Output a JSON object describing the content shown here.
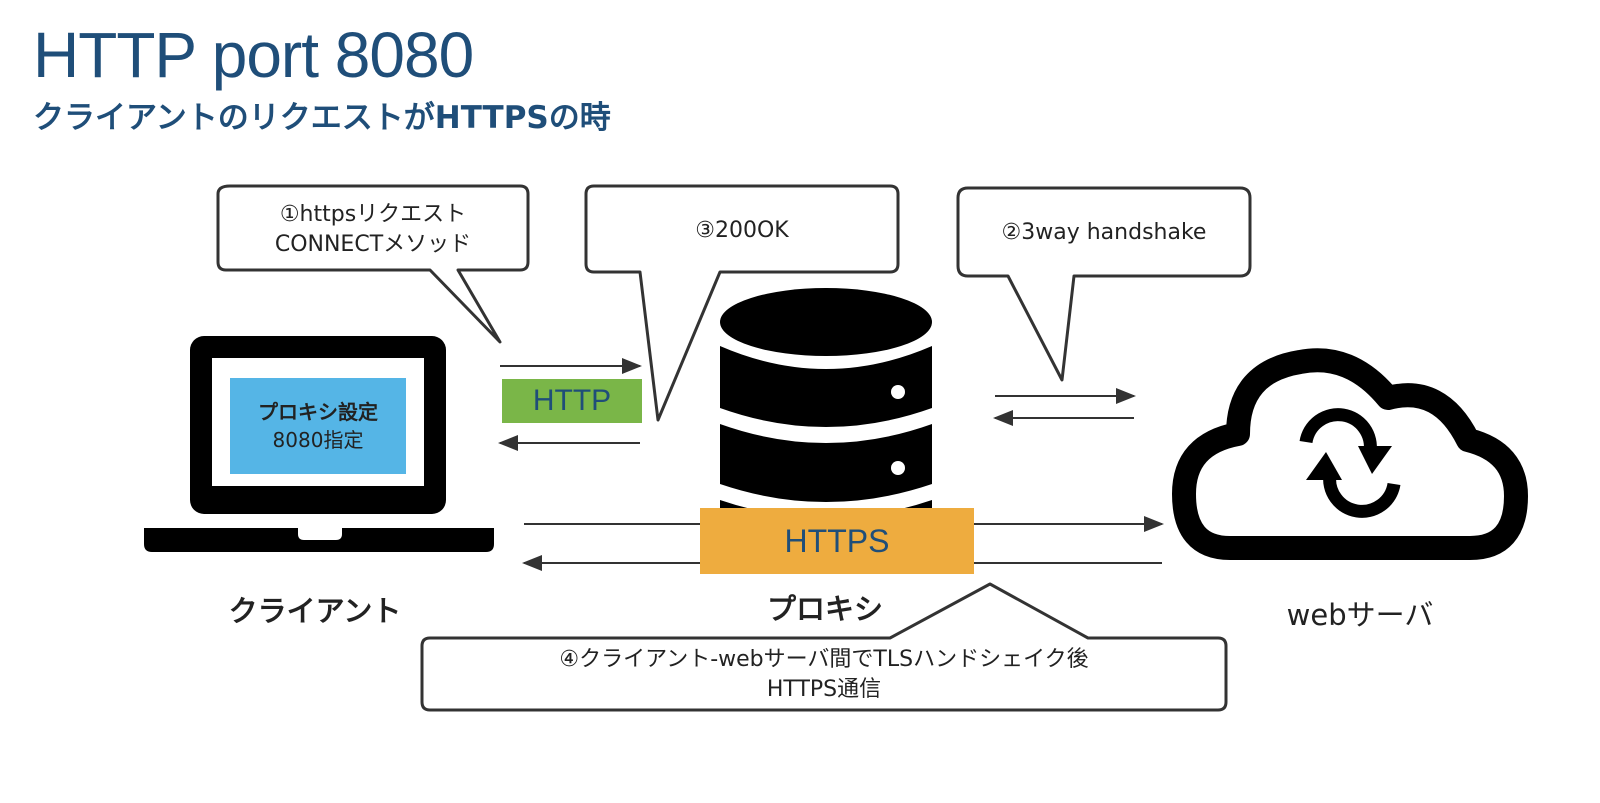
{
  "header": {
    "title": "HTTP port 8080",
    "subtitle": "クライアントのリクエストがHTTPSの時"
  },
  "nodes": {
    "client": {
      "label": "クライアント",
      "icon": "laptop-icon",
      "screen_lines": [
        "プロキシ設定",
        "8080指定"
      ]
    },
    "proxy": {
      "label": "プロキシ",
      "icon": "database-server-icon"
    },
    "web_server": {
      "label": "webサーバ",
      "icon": "cloud-sync-icon"
    }
  },
  "protocols": {
    "http": {
      "label": "HTTP",
      "color": "#7ab648"
    },
    "https": {
      "label": "HTTPS",
      "color": "#eeac3f"
    }
  },
  "callouts": [
    {
      "step": "①",
      "lines": [
        "①httpsリクエスト",
        "CONNECTメソッド"
      ]
    },
    {
      "step": "③",
      "lines": [
        "③200OK"
      ]
    },
    {
      "step": "②",
      "lines": [
        "②3way handshake"
      ]
    },
    {
      "step": "④",
      "lines": [
        "④クライアント-webサーバ間でTLSハンドシェイク後",
        "HTTPS通信"
      ]
    }
  ],
  "colors": {
    "title": "#1f4e79",
    "screen": "#55b5e6",
    "icon": "#000000"
  }
}
